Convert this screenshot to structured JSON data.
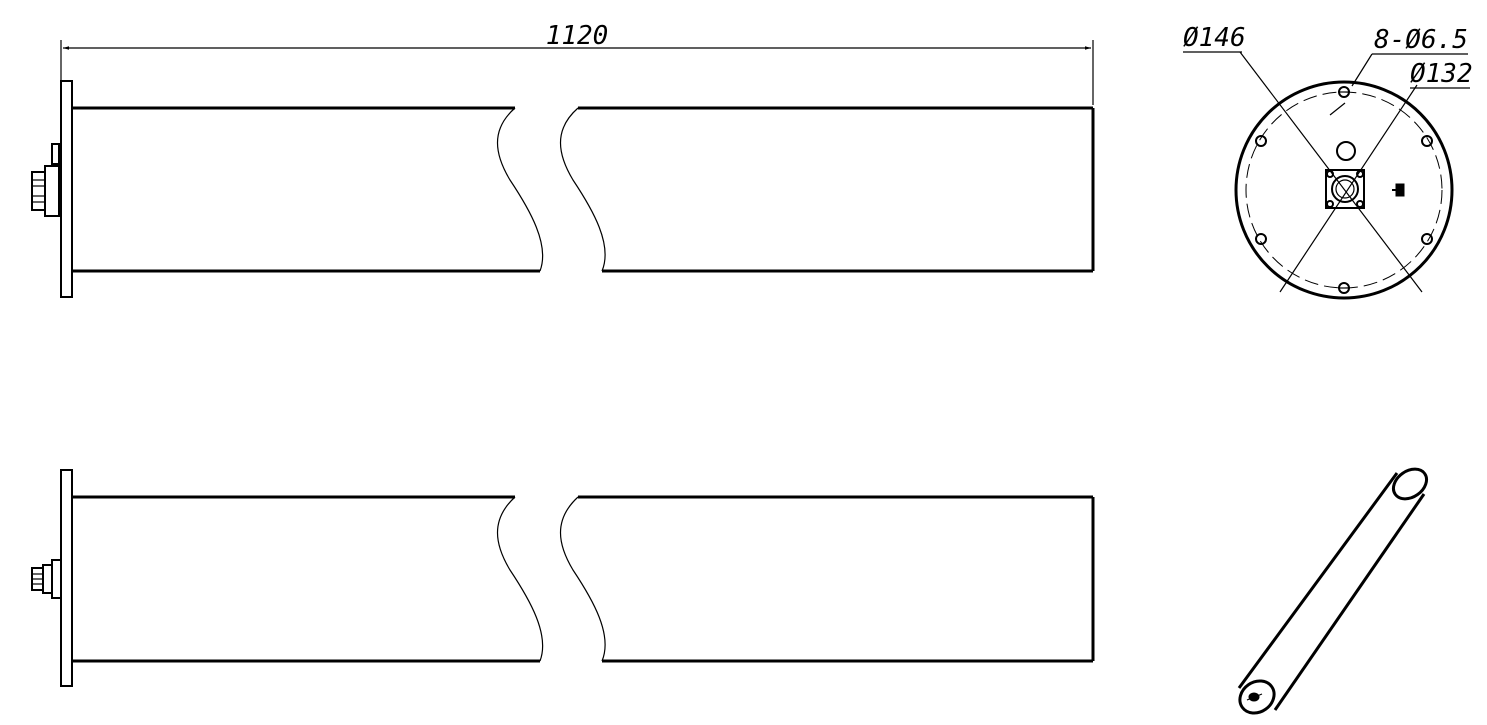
{
  "dimensions": {
    "length": "1120",
    "outer_diameter": "Ø146",
    "bolt_circle": "Ø132",
    "holes": "8-Ø6.5"
  }
}
